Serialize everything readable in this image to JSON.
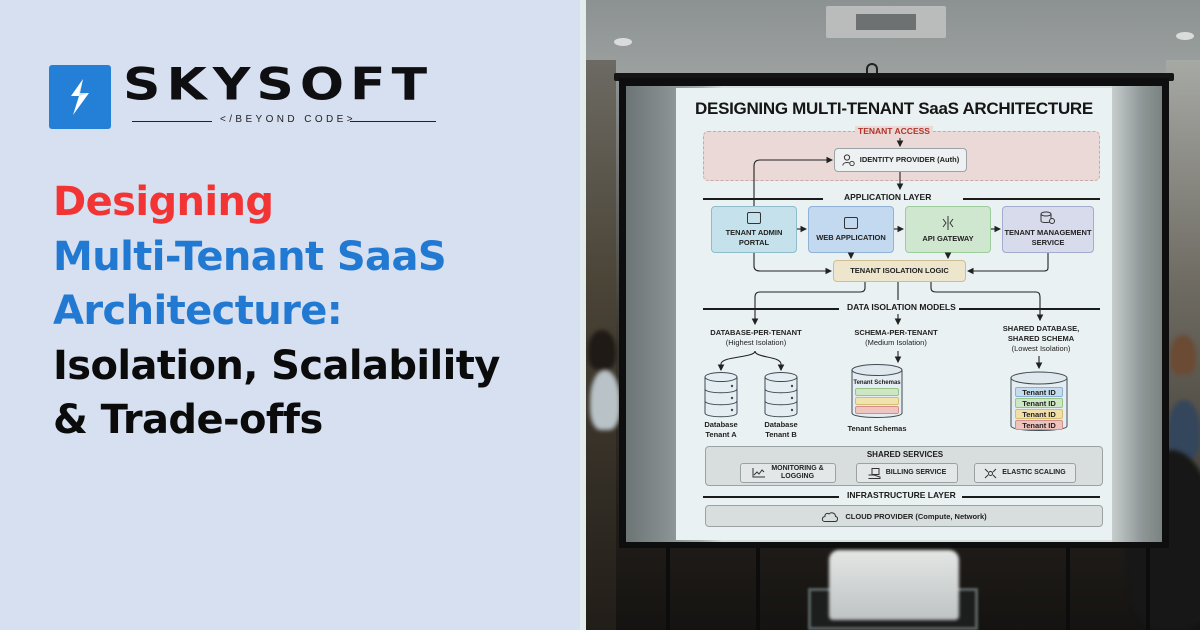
{
  "brand": {
    "name": "SKYSOFT",
    "tagline": "</BEYOND CODE>",
    "logo_icon": "lightning-bolt-icon",
    "accent_color": "#2480d6"
  },
  "headline": {
    "line1": "Designing",
    "line2": "Multi-Tenant SaaS",
    "line3": "Architecture:",
    "line4": "Isolation, Scalability",
    "line5": "& Trade-offs",
    "colors": {
      "line1": "#f23434",
      "lines2_3": "#2279d2",
      "lines4_5": "#0b0b0b"
    }
  },
  "slide": {
    "title": "DESIGNING MULTI-TENANT SaaS ARCHITECTURE",
    "tenant_access": {
      "label": "TENANT ACCESS",
      "identity_provider": "IDENTITY PROVIDER (Auth)",
      "icon": "user-shield-icon"
    },
    "application_layer": {
      "label": "APPLICATION LAYER",
      "boxes": [
        {
          "line1": "TENANT ADMIN",
          "line2": "PORTAL",
          "icon": "browser-cursor-icon"
        },
        {
          "line1": "WEB APPLICATION",
          "line2": "",
          "icon": "browser-globe-icon"
        },
        {
          "line1": "API GATEWAY",
          "line2": "",
          "icon": "gateway-arrows-icon"
        },
        {
          "line1": "TENANT MANAGEMENT",
          "line2": "SERVICE",
          "icon": "database-gear-icon"
        }
      ],
      "isolation_logic": "TENANT ISOLATION LOGIC"
    },
    "data_isolation": {
      "label": "DATA ISOLATION MODELS",
      "models": [
        {
          "title": "DATABASE-PER-TENANT",
          "subtitle": "(Highest Isolation)",
          "dbs": [
            {
              "line1": "Database",
              "line2": "Tenant A"
            },
            {
              "line1": "Database",
              "line2": "Tenant B"
            }
          ]
        },
        {
          "title": "SCHEMA-PER-TENANT",
          "subtitle": "(Medium Isolation)",
          "inner_label": "Tenant Schemas",
          "caption": "Tenant Schemas"
        },
        {
          "title1": "SHARED DATABASE,",
          "title2": "SHARED SCHEMA",
          "subtitle": "(Lowest Isolation)",
          "rows": [
            "Tenant ID",
            "Tenant ID",
            "Tenant ID",
            "Tenant ID"
          ]
        }
      ]
    },
    "shared_services": {
      "label": "SHARED SERVICES",
      "items": [
        {
          "line1": "MONITORING &",
          "line2": "LOGGING",
          "icon": "chart-line-icon"
        },
        {
          "line1": "BILLING SERVICE",
          "line2": "",
          "icon": "billing-hand-icon"
        },
        {
          "line1": "ELASTIC SCALING",
          "line2": "",
          "icon": "expand-arrows-icon"
        }
      ]
    },
    "infrastructure": {
      "label": "INFRASTRUCTURE LAYER",
      "cloud": "CLOUD PROVIDER (Compute, Network)",
      "icon": "cloud-icon"
    }
  }
}
